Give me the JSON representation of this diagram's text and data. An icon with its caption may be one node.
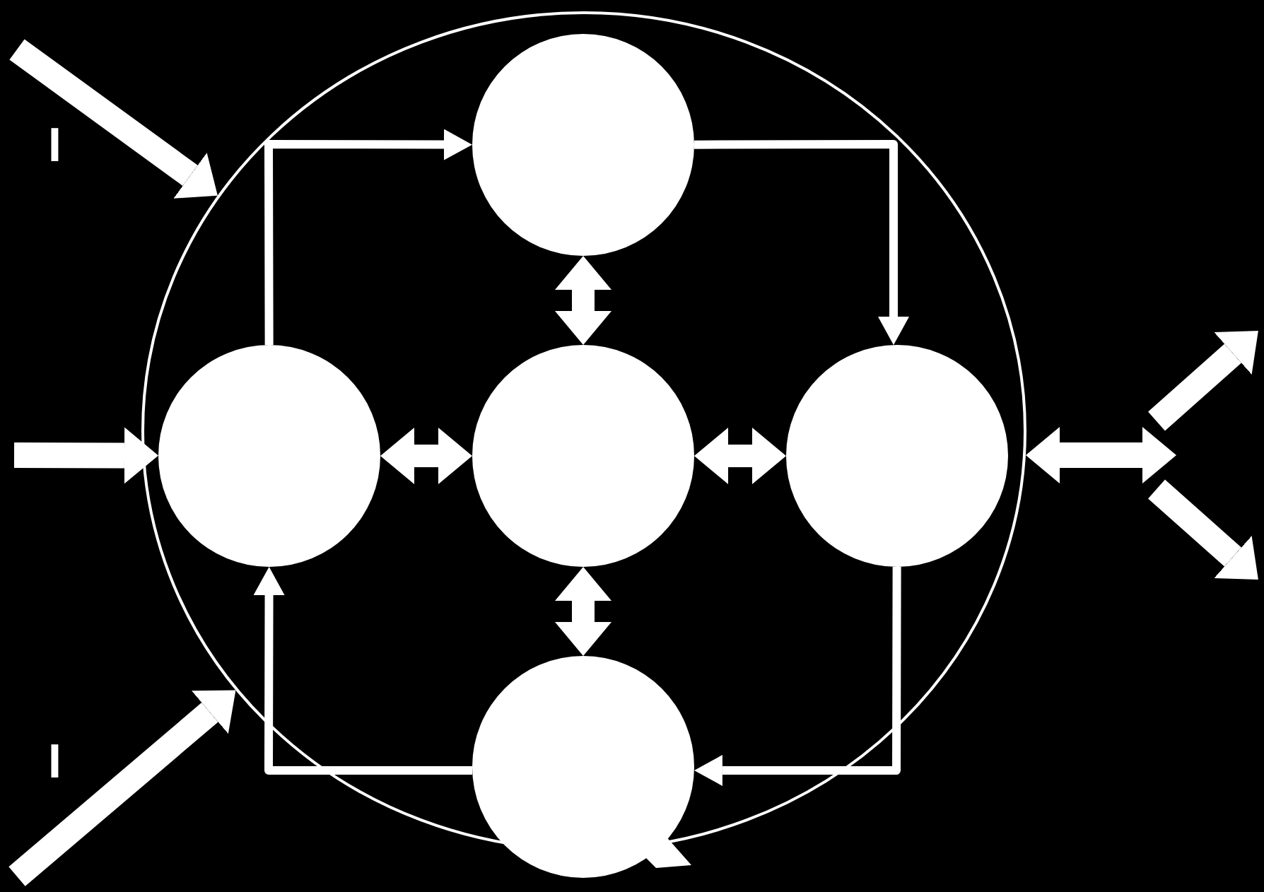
{
  "diagram": {
    "nodes": [
      {
        "text": [],
        "shape": "circle"
      },
      {
        "text": [],
        "shape": "circle",
        "in": 0
      },
      {
        "text": [],
        "shape": "circle",
        "in": 0
      },
      {
        "text": [],
        "shape": "circle",
        "in": 0
      },
      {
        "text": [],
        "shape": "circle",
        "in": 0
      },
      {
        "text": [],
        "shape": "circle"
      }
    ],
    "edges": [
      {
        "from": 2,
        "to": 1,
        "arrow": "to"
      },
      {
        "from": 1,
        "to": 4,
        "arrow": "to"
      },
      {
        "from": 4,
        "to": 5,
        "arrow": "to"
      },
      {
        "from": 5,
        "to": 2,
        "arrow": "to"
      },
      {
        "from": 1,
        "to": 3,
        "arrow": "both"
      },
      {
        "from": 2,
        "to": 3,
        "arrow": "both"
      },
      {
        "from": 3,
        "to": 4,
        "arrow": "both"
      },
      {
        "from": 3,
        "to": 5,
        "arrow": "both"
      },
      {
        "from": null,
        "to": 0,
        "arrow": "to"
      },
      {
        "from": null,
        "to": 2,
        "arrow": "to"
      },
      {
        "from": null,
        "to": 0,
        "arrow": "to"
      },
      {
        "from": 0,
        "to": null,
        "arrow": "both"
      }
    ],
    "labels": [
      "I",
      "I"
    ]
  }
}
